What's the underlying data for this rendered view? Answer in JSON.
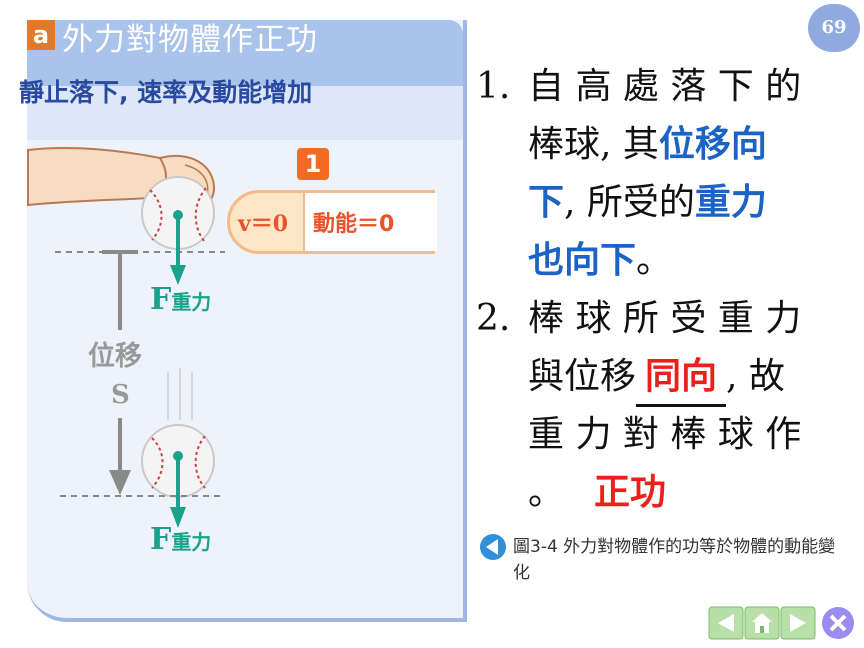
{
  "page_number": "69",
  "panel": {
    "badge": "a",
    "title": "外力對物體作正功",
    "subtitle": "靜止落下, 速率及動能增加",
    "step_badge": "1",
    "info_v": "v＝0",
    "info_ke": "動能＝0",
    "force_f": "F",
    "force_sub": "重力",
    "displacement_label": "位移",
    "displacement_symbol": "S"
  },
  "text": {
    "item1_num": "1.",
    "item1_line1": "自 高 處 落 下 的",
    "item1_line2a": "棒球, 其",
    "item1_line2b": "位移向",
    "item1_line3a": "下",
    "item1_line3b": ", 所受的",
    "item1_line3c": "重力",
    "item1_line4a": "也向下",
    "item1_line4b": "。",
    "item2_num": "2.",
    "item2_line1": "棒 球 所 受 重 力",
    "item2_line2a": "與位移",
    "item2_answer1": "同向",
    "item2_line2b": ", 故",
    "item2_line3": "重 力 對 棒 球 作",
    "item2_line4a": "。",
    "item2_answer2": "正功"
  },
  "caption": "圖3-4 外力對物體作的功等於物體的動能變化",
  "colors": {
    "panel_header": "#aac3ea",
    "accent_blue": "#1b63c6",
    "accent_red": "#e8211d",
    "force_green": "#1aa38c"
  },
  "nav": [
    "prev-icon",
    "home-icon",
    "next-icon",
    "close-icon"
  ]
}
